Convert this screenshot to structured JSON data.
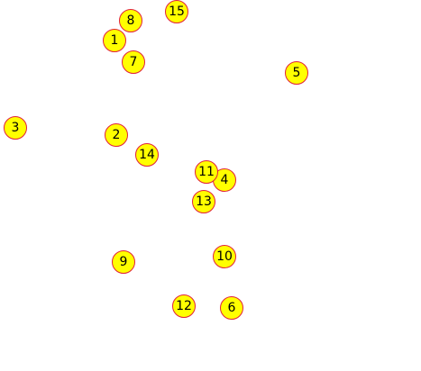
{
  "nodes": [
    {
      "label": "1"
    },
    {
      "label": "2"
    },
    {
      "label": "3"
    },
    {
      "label": "4"
    },
    {
      "label": "5"
    },
    {
      "label": "6"
    },
    {
      "label": "7"
    },
    {
      "label": "8"
    },
    {
      "label": "9"
    },
    {
      "label": "10"
    },
    {
      "label": "11"
    },
    {
      "label": "12"
    },
    {
      "label": "13"
    },
    {
      "label": "14"
    },
    {
      "label": "15"
    }
  ],
  "colors": {
    "node_fill": "#ffff00",
    "node_stroke": "#e0203a",
    "label": "#000000",
    "background": "#ffffff"
  }
}
